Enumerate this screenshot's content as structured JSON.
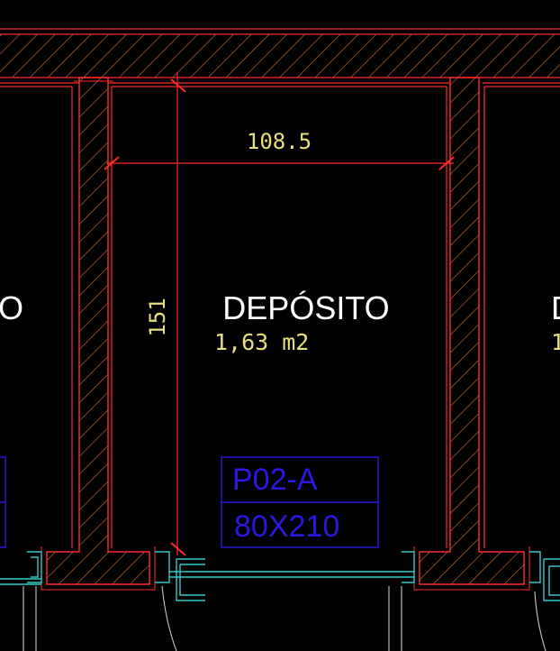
{
  "room": {
    "name": "DEPÓSITO",
    "area": "1,63  m2"
  },
  "left_room": {
    "name_fragment": "O"
  },
  "right_room": {
    "name_fragment": "D",
    "area_fragment": "1"
  },
  "dimensions": {
    "width": "108.5",
    "height": "151"
  },
  "door_tag": {
    "code": "P02-A",
    "size": "80X210"
  },
  "colors": {
    "background": "#000000",
    "wall": "#ff2a2a",
    "hatch": "#d9703a",
    "dimension_text": "#e6e07a",
    "tag": "#2a18e0",
    "frame": "#36c8c8",
    "door": "#c8c8c8"
  }
}
